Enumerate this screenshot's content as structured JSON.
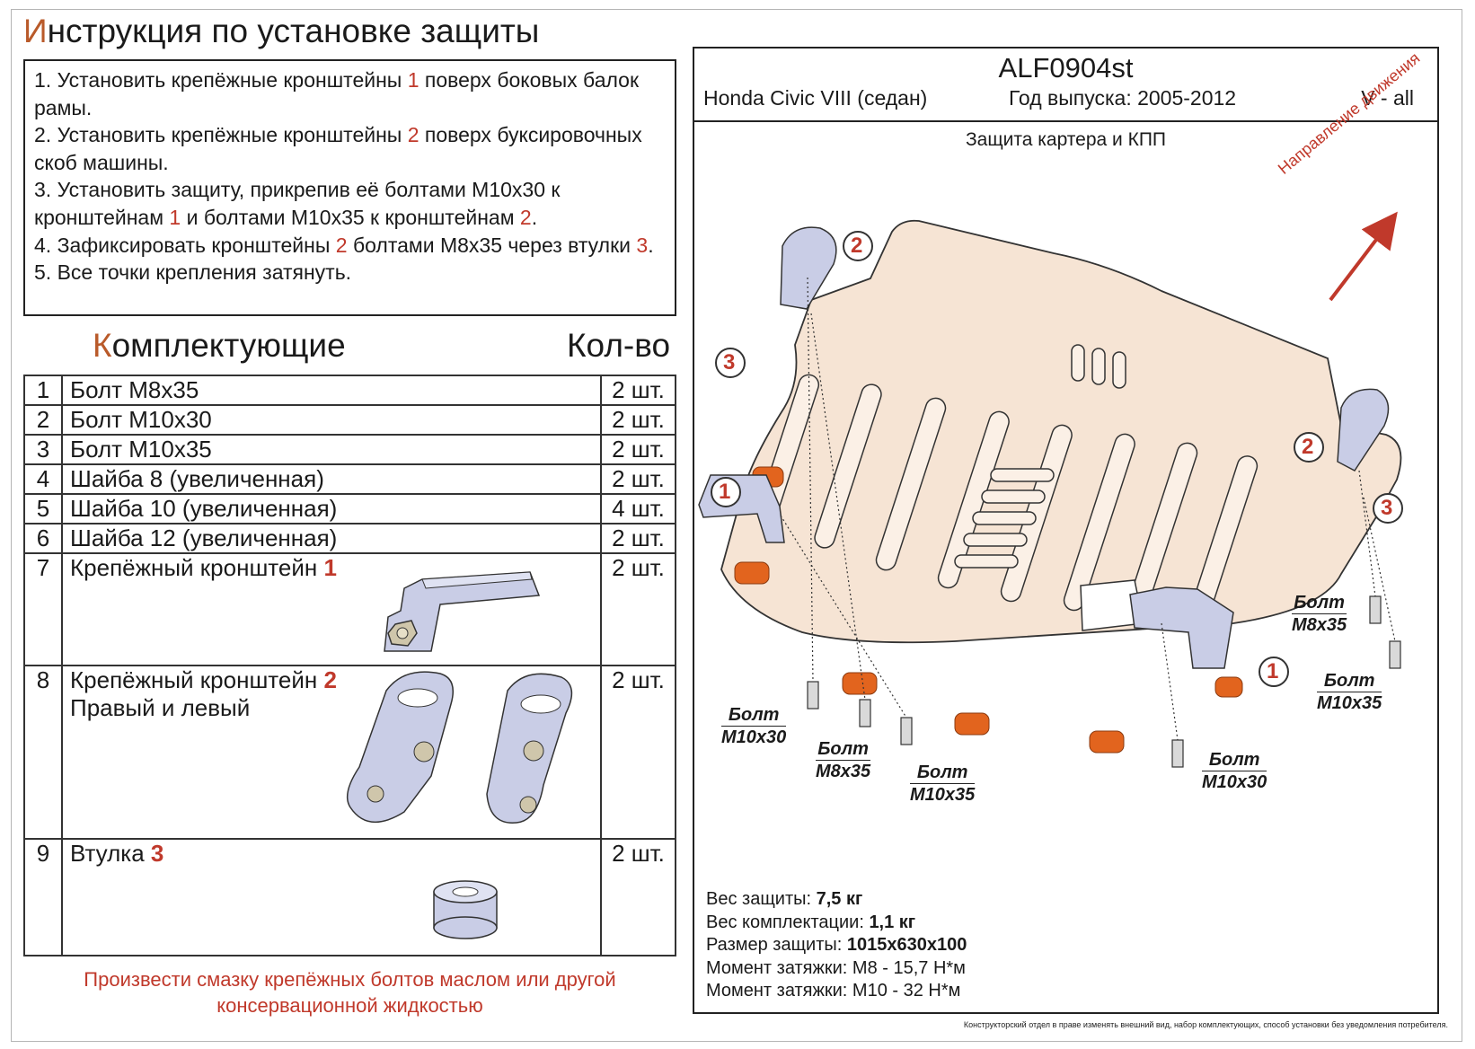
{
  "title": {
    "first": "И",
    "rest": "нструкция по установке защиты"
  },
  "steps": [
    {
      "pre": "1. Установить крепёжные кронштейны ",
      "red": "1",
      "post": " поверх боковых балок рамы."
    },
    {
      "pre": "2. Установить крепёжные кронштейны ",
      "red": "2",
      "post": " поверх буксировочных скоб машины."
    },
    {
      "pre": "3. Установить защиту, прикрепив её болтами M10x30 к кронштейнам ",
      "red": "1",
      "post": " и болтами M10x35 к кронштейнам ",
      "red2": "2",
      "post2": "."
    },
    {
      "pre": "4. Зафиксировать кронштейны ",
      "red": "2",
      "post": " болтами M8x35 через втулки ",
      "red2": "3",
      "post2": "."
    },
    {
      "pre": "5. Все точки крепления затянуть.",
      "red": "",
      "post": ""
    }
  ],
  "parts_header": {
    "first": "К",
    "rest": "омплектующие",
    "qty": "Кол-во"
  },
  "parts": [
    {
      "num": "1",
      "name": "Болт M8x35",
      "tag": "",
      "qty": "2 шт."
    },
    {
      "num": "2",
      "name": "Болт M10x30",
      "tag": "",
      "qty": "2 шт."
    },
    {
      "num": "3",
      "name": "Болт M10x35",
      "tag": "",
      "qty": "2 шт."
    },
    {
      "num": "4",
      "name": "Шайба 8 (увеличенная)",
      "tag": "",
      "qty": "2 шт."
    },
    {
      "num": "5",
      "name": "Шайба 10 (увеличенная)",
      "tag": "",
      "qty": "4 шт."
    },
    {
      "num": "6",
      "name": "Шайба 12 (увеличенная)",
      "tag": "",
      "qty": "2 шт."
    },
    {
      "num": "7",
      "name": "Крепёжный кронштейн ",
      "tag": "1",
      "qty": "2 шт."
    },
    {
      "num": "8",
      "name": "Крепёжный кронштейн ",
      "tag": "2",
      "name2": "Правый и левый",
      "qty": "2 шт."
    },
    {
      "num": "9",
      "name": "Втулка ",
      "tag": "3",
      "qty": "2 шт."
    }
  ],
  "note": "Произвести смазку крепёжных болтов маслом или другой консервационной жидкостью",
  "header": {
    "code": "ALF0904st",
    "model": "Honda Civic VIII (седан)",
    "year": "Год выпуска: 2005-2012",
    "version": "V - all"
  },
  "subtitle": "Защита картера и КПП",
  "direction": "Направление движения",
  "callouts": {
    "c1": "1",
    "c2": "2",
    "c3": "3"
  },
  "labels": {
    "bolt": "Болт",
    "m8x35": "M8x35",
    "m10x30": "M10x30",
    "m10x35": "M10x35"
  },
  "specs": [
    {
      "label": "Вес защиты: ",
      "value": "7,5 кг",
      "bold": true
    },
    {
      "label": "Вес комплектации: ",
      "value": "1,1 кг",
      "bold": true
    },
    {
      "label": "Размер защиты: ",
      "value": "1015x630x100",
      "bold": true
    },
    {
      "label": "Момент затяжки: ",
      "value": "M8 - 15,7 Н*м",
      "bold": false
    },
    {
      "label": "Момент затяжки: ",
      "value": "M10 - 32 Н*м",
      "bold": false
    }
  ],
  "footer": "Конструкторский отдел в праве изменять внешний вид, набор комплектующих, способ установки без уведомления потребителя.",
  "colors": {
    "accent": "#c0392b",
    "plate": "#f6e4d4",
    "bracket": "#c9cde6",
    "pad": "#e2641e"
  }
}
